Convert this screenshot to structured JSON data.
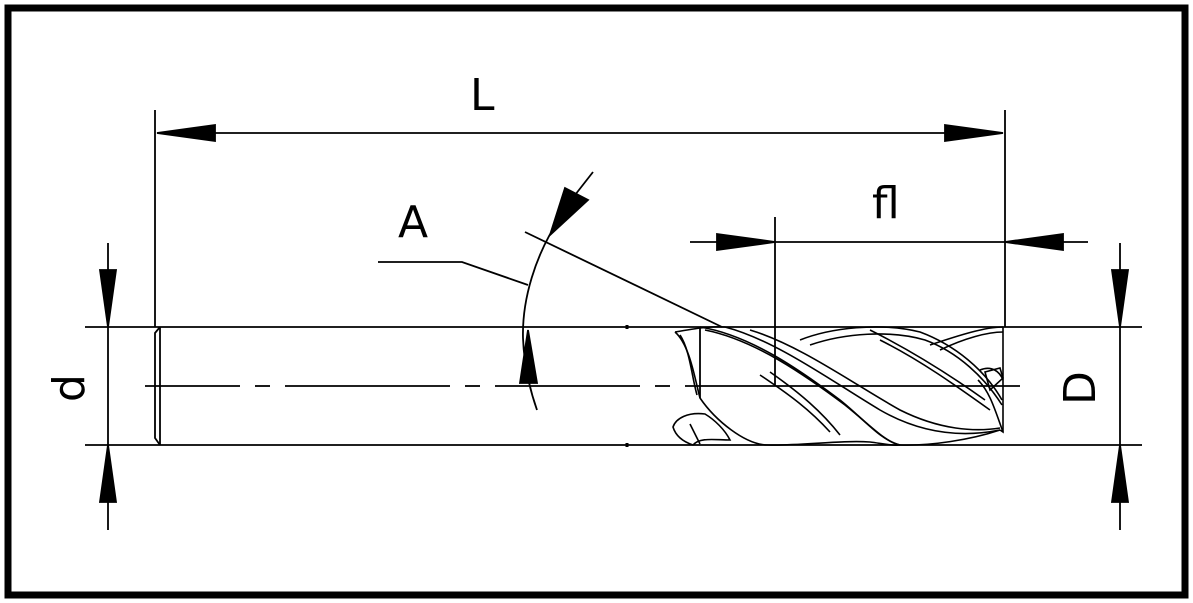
{
  "labels": {
    "overall_length": "L",
    "flute_length": "fl",
    "helix_angle": "A",
    "shank_diameter": "d",
    "cutting_diameter": "D"
  },
  "colors": {
    "line": "#000000",
    "background": "#ffffff"
  }
}
